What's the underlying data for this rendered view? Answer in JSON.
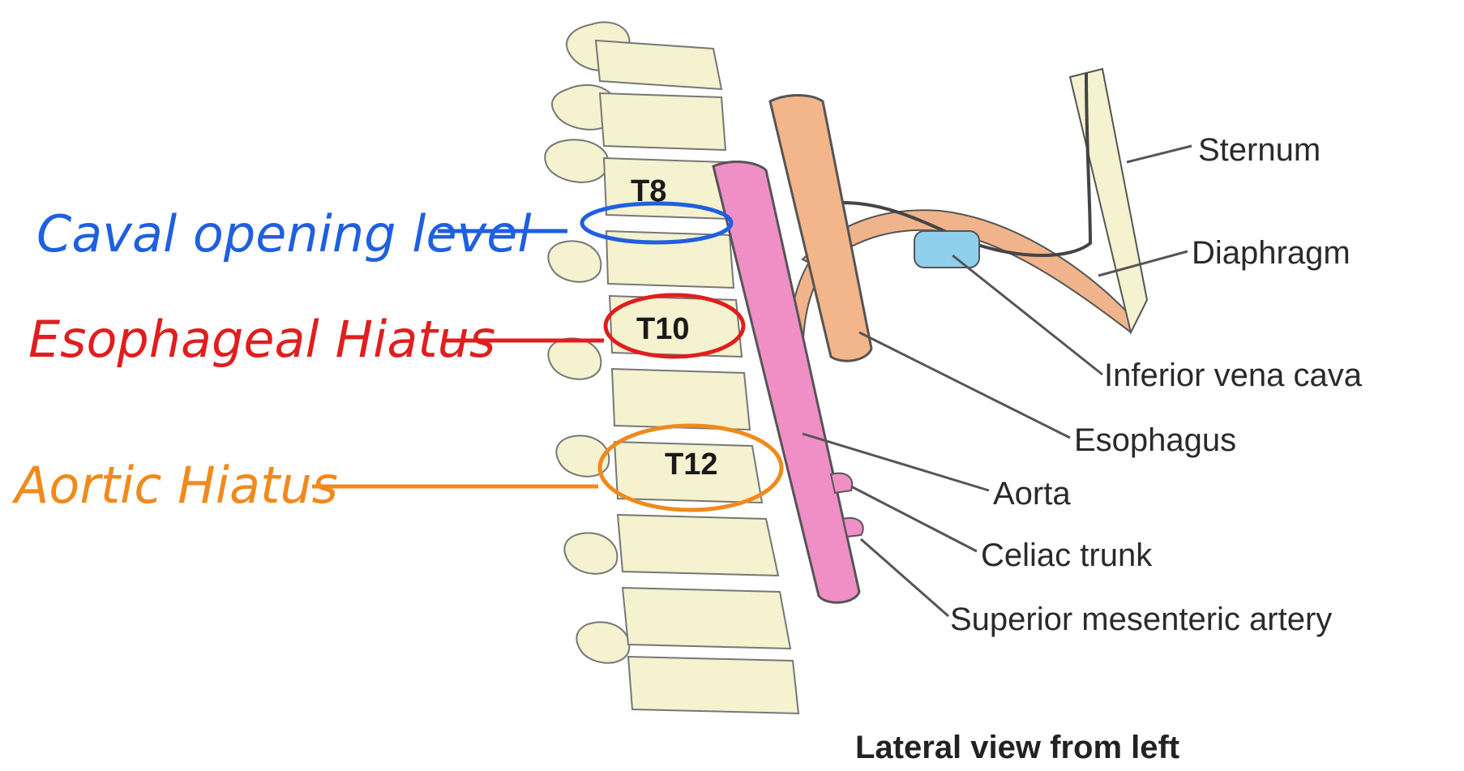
{
  "diagram": {
    "caption": "Lateral view from left",
    "vertebrae": {
      "t8": "T8",
      "t10": "T10",
      "t12": "T12"
    },
    "structures": {
      "sternum": "Sternum",
      "diaphragm": "Diaphragm",
      "ivc": "Inferior vena cava",
      "esophagus": "Esophagus",
      "aorta": "Aorta",
      "celiac": "Celiac trunk",
      "sma": "Superior mesenteric artery"
    },
    "annotations": {
      "caval": {
        "text": "Caval opening level",
        "color": "#1f5fe0"
      },
      "esophageal": {
        "text": "Esophageal Hiatus",
        "color": "#e01e1e"
      },
      "aortic": {
        "text": "Aortic Hiatus",
        "color": "#f08a1c"
      }
    },
    "colors": {
      "bone": "#f4f2cf",
      "aorta": "#ef8fc6",
      "esophagus": "#f3b58a",
      "ivc": "#8fd0ec",
      "diaphragm": "#efb48b"
    }
  }
}
